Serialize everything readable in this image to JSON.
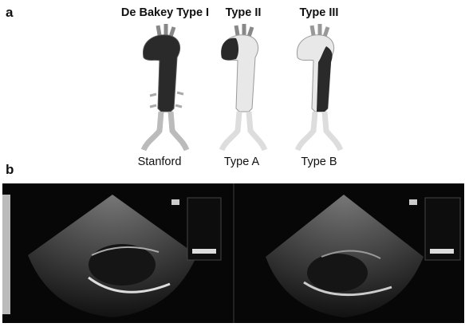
{
  "panel_a": {
    "letter": "a",
    "header_labels": [
      "De Bakey Type I",
      "Type II",
      "Type III"
    ],
    "footer_labels": [
      "Stanford",
      "Type A",
      "Type B"
    ]
  },
  "panel_b": {
    "letter": "b"
  },
  "colors": {
    "dissection_dark": "#2a2a2a",
    "aorta_light": "#e8e8e8",
    "echo_background": "#070707"
  }
}
